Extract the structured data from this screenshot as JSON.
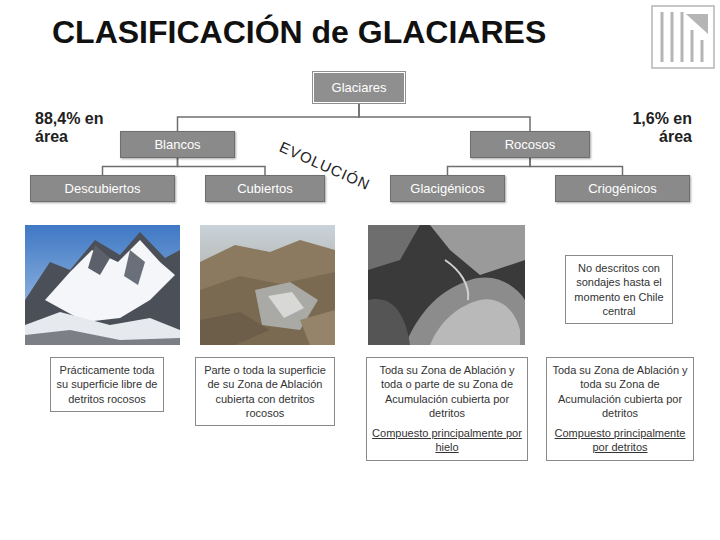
{
  "diagram": {
    "title": "CLASIFICACIÓN de GLACIARES",
    "nodes": [
      {
        "text": [
          "Glaciares"
        ]
      },
      {
        "text": [
          "Blancos"
        ]
      },
      {
        "text": [
          "Rocosos"
        ]
      },
      {
        "text": [
          "Descubiertos"
        ]
      },
      {
        "text": [
          "Cubiertos"
        ]
      },
      {
        "text": [
          "Glacigénicos"
        ]
      },
      {
        "text": [
          "Criogénicos"
        ]
      },
      {
        "text": [
          "No descritos con sondajes hasta el momento en Chile central"
        ]
      },
      {
        "text": [
          "Prácticamente toda su superficie libre de detritos rocosos"
        ]
      },
      {
        "text": [
          "Parte o toda la superficie de su Zona de Ablación cubierta con detritos rocosos"
        ]
      },
      {
        "text": [
          "Toda su Zona de Ablación y toda o parte de su Zona de Acumulación cubierta por detritos",
          "Compuesto principalmente por hielo"
        ]
      },
      {
        "text": [
          "Toda su Zona de Ablación y toda su Zona de Acumulación cubierta por detritos",
          "Compuesto principalmente por detritos"
        ]
      }
    ],
    "edges": [
      {
        "from": 0,
        "to": 1,
        "arrow": "none"
      },
      {
        "from": 0,
        "to": 2,
        "arrow": "none"
      },
      {
        "from": 1,
        "to": 3,
        "arrow": "none"
      },
      {
        "from": 1,
        "to": 4,
        "arrow": "none"
      },
      {
        "from": 2,
        "to": 5,
        "arrow": "none"
      },
      {
        "from": 2,
        "to": 6,
        "arrow": "none"
      }
    ],
    "labels": [
      "88,4% en área",
      "EVOLUCIÓN",
      "1,6% en área"
    ]
  }
}
